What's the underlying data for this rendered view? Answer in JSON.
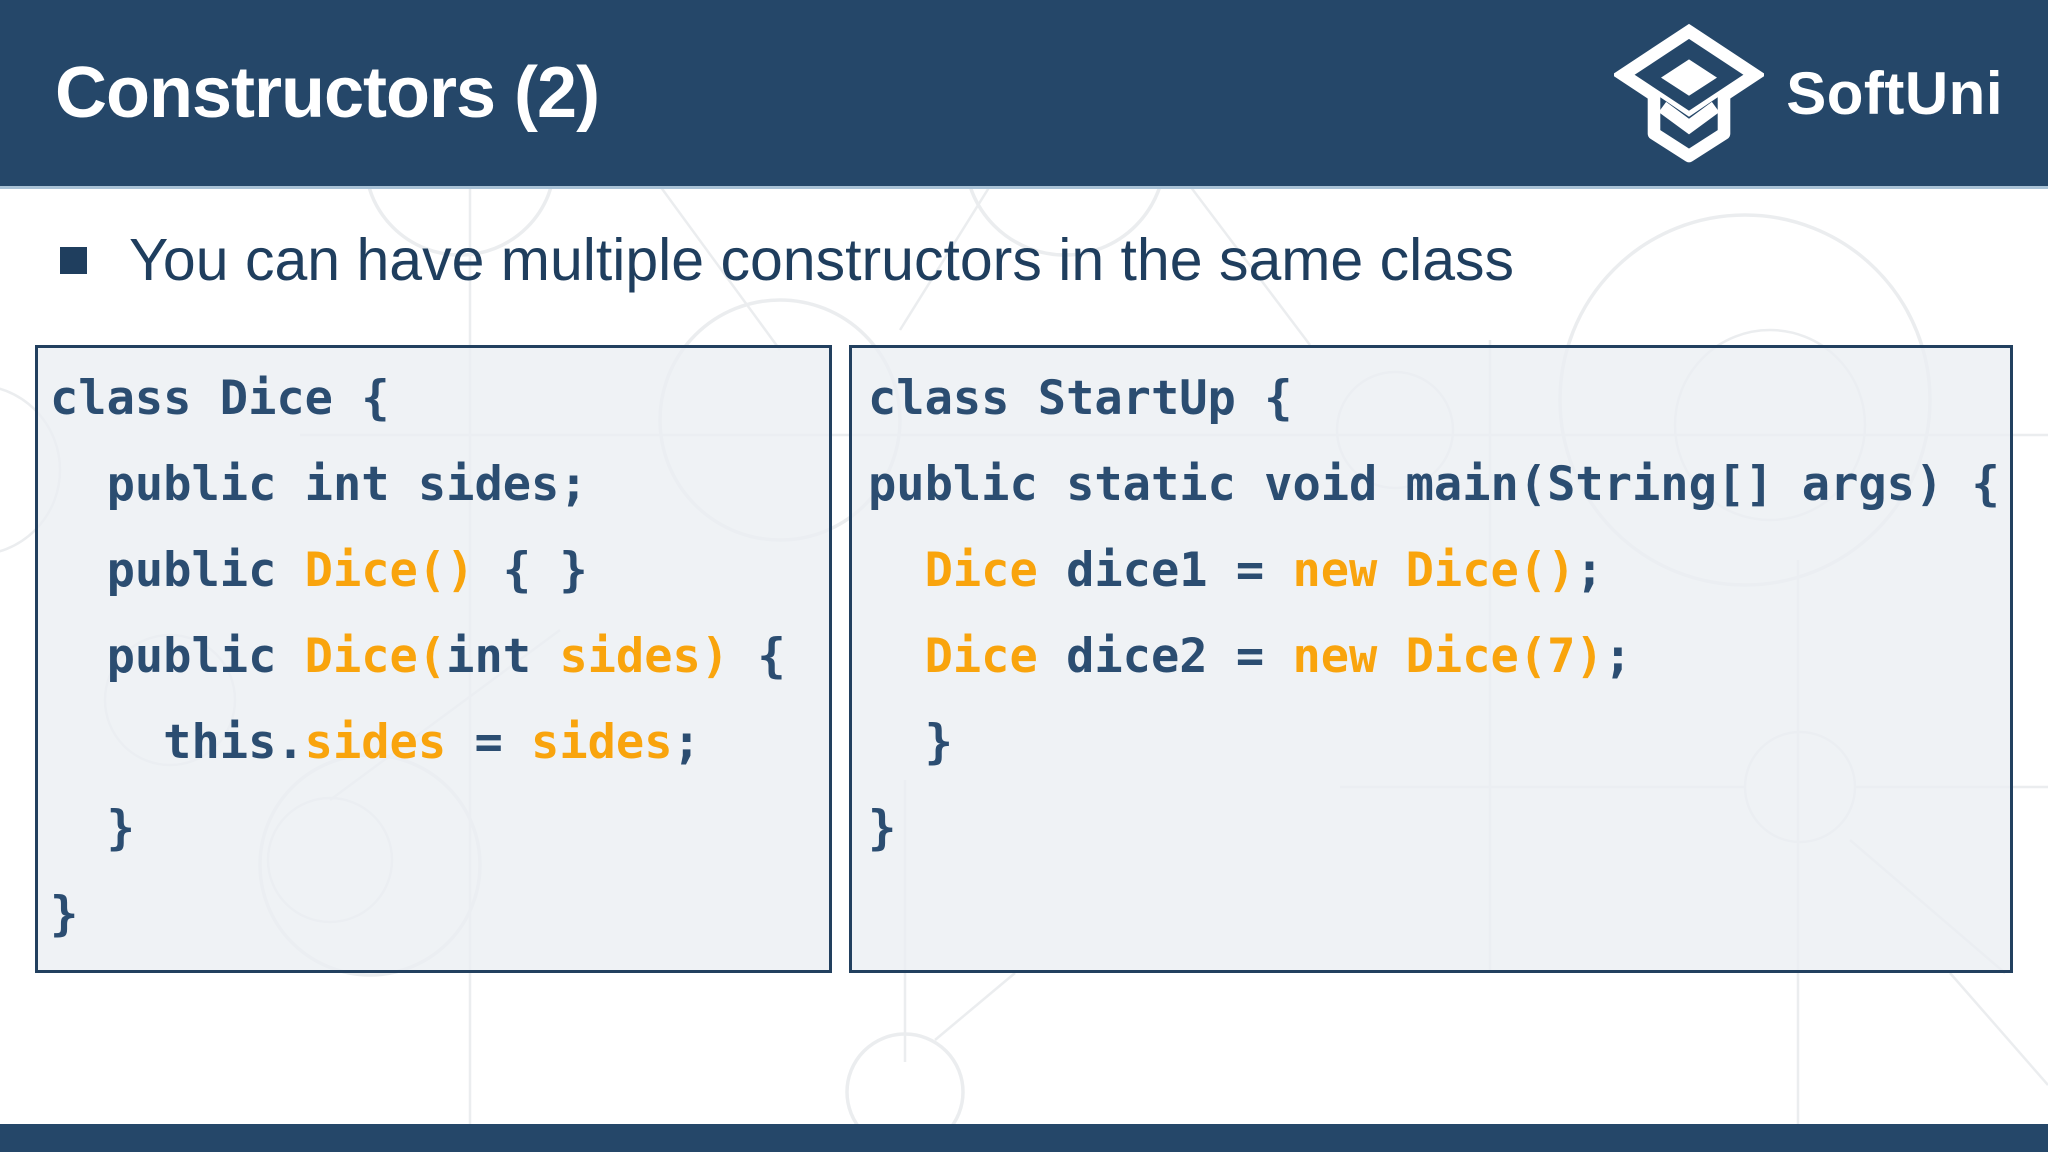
{
  "header": {
    "title": "Constructors (2)",
    "brand": "SoftUni"
  },
  "bullet": {
    "text": "You can have multiple constructors in the same class"
  },
  "colors": {
    "header-bg": "#254769",
    "header-underline": "#a9c2d6",
    "title-fg": "#ffffff",
    "bullet-fg": "#1f3e5e",
    "code-navy": "#2b4d71",
    "code-orange": "#f9a40d",
    "box-border": "#22405f",
    "box-bg": "rgba(235,238,242,0.78)",
    "pattern-stroke": "#ebedef",
    "footer-bg": "#254769"
  },
  "code_panels": [
    {
      "id": "dice-class",
      "lines": [
        [
          {
            "t": "class Dice {",
            "c": "n"
          }
        ],
        [
          {
            "t": "  public int sides;",
            "c": "n"
          }
        ],
        [
          {
            "t": "  public ",
            "c": "n"
          },
          {
            "t": "Dice()",
            "c": "o"
          },
          {
            "t": " { }",
            "c": "n"
          }
        ],
        [
          {
            "t": "  public ",
            "c": "n"
          },
          {
            "t": "Dice(",
            "c": "o"
          },
          {
            "t": "int ",
            "c": "n"
          },
          {
            "t": "sides)",
            "c": "o"
          },
          {
            "t": " {",
            "c": "n"
          }
        ],
        [
          {
            "t": "    this.",
            "c": "n"
          },
          {
            "t": "sides",
            "c": "o"
          },
          {
            "t": " = ",
            "c": "n"
          },
          {
            "t": "sides",
            "c": "o"
          },
          {
            "t": ";",
            "c": "n"
          }
        ],
        [
          {
            "t": "  }",
            "c": "n"
          }
        ],
        [
          {
            "t": "}",
            "c": "n"
          }
        ]
      ]
    },
    {
      "id": "startup-class",
      "lines": [
        [
          {
            "t": "class StartUp {",
            "c": "n"
          }
        ],
        [
          {
            "t": "public static void main(String[] args) {",
            "c": "n"
          }
        ],
        [
          {
            "t": "  ",
            "c": "n"
          },
          {
            "t": "Dice",
            "c": "o"
          },
          {
            "t": " dice1 = ",
            "c": "n"
          },
          {
            "t": "new Dice()",
            "c": "o"
          },
          {
            "t": ";",
            "c": "n"
          }
        ],
        [
          {
            "t": "  ",
            "c": "n"
          },
          {
            "t": "Dice",
            "c": "o"
          },
          {
            "t": " dice2 = ",
            "c": "n"
          },
          {
            "t": "new Dice(7)",
            "c": "o"
          },
          {
            "t": ";",
            "c": "n"
          }
        ],
        [
          {
            "t": "  }",
            "c": "n"
          }
        ],
        [
          {
            "t": "}",
            "c": "n"
          }
        ]
      ]
    }
  ]
}
